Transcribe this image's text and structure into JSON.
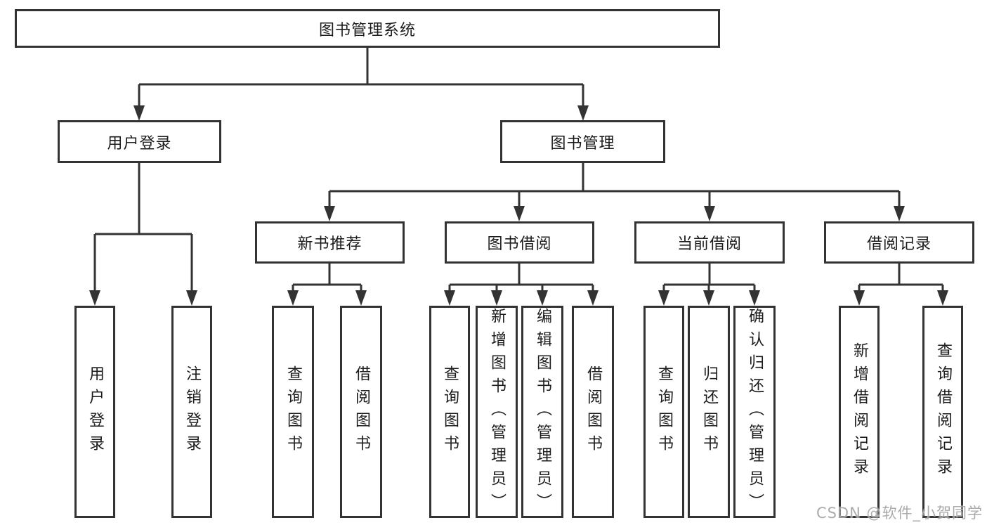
{
  "colors": {
    "line": "#333333",
    "text": "#1c1c1c",
    "background": "#ffffff",
    "watermark": "#a3a3a3"
  },
  "watermark": {
    "text": "CSDN @软件_小贺同学"
  },
  "diagram": {
    "type": "hierarchy-tree",
    "root": {
      "label": "图书管理系统"
    },
    "branches": [
      {
        "label": "用户登录",
        "children": [
          {
            "label": "用户登录"
          },
          {
            "label": "注销登录"
          }
        ]
      },
      {
        "label": "图书管理",
        "children": [
          {
            "label": "新书推荐",
            "children": [
              {
                "label": "查询图书"
              },
              {
                "label": "借阅图书"
              }
            ]
          },
          {
            "label": "图书借阅",
            "children": [
              {
                "label": "查询图书"
              },
              {
                "label": "新增图书（管理员）"
              },
              {
                "label": "编辑图书（管理员）"
              },
              {
                "label": "借阅图书"
              }
            ]
          },
          {
            "label": "当前借阅",
            "children": [
              {
                "label": "查询图书"
              },
              {
                "label": "归还图书"
              },
              {
                "label": "确认归还（管理员）"
              }
            ]
          },
          {
            "label": "借阅记录",
            "children": [
              {
                "label": "新增借阅记录"
              },
              {
                "label": "查询借阅记录"
              }
            ]
          }
        ]
      }
    ]
  }
}
